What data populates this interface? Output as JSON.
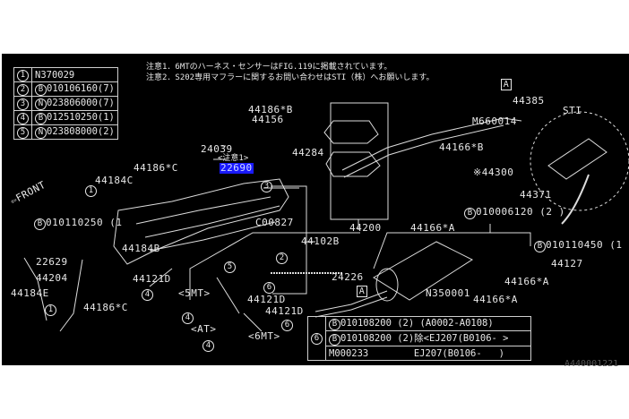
{
  "notes": [
    "注意1．6MTのハーネス・センサーはFIG.119に掲載されています。",
    "注意2．S202専用マフラーに関するお問い合わせはSTI（株）へお願いします。"
  ],
  "parts_table": [
    {
      "num": "1",
      "prefix": "",
      "code": "N370029"
    },
    {
      "num": "2",
      "prefix": "B",
      "code": "010106160(7)"
    },
    {
      "num": "3",
      "prefix": "N",
      "code": "023806000(7)"
    },
    {
      "num": "4",
      "prefix": "B",
      "code": "012510250(1)"
    },
    {
      "num": "5",
      "prefix": "N",
      "code": "023808000(2)"
    }
  ],
  "bottom_table": {
    "num": "6",
    "rows": [
      {
        "prefix": "B",
        "code": "010108200 (2) (A0002-A0108)"
      },
      {
        "prefix": "B",
        "code": "010108200 (2)除<EJ207(B0106-   >"
      },
      {
        "prefix": "",
        "code": "M000233        EJ207(B0106-   )"
      }
    ]
  },
  "labels": {
    "front": "FRONT",
    "p44186B": "44186*B",
    "p44156": "44156",
    "p24039": "24039",
    "note1_ref": "<注意1>",
    "p22690": "22690",
    "p44186C_top": "44186*C",
    "p44284": "44284",
    "p44184C": "44184C",
    "b010110250": "010110250 (1",
    "c00827": "C00827",
    "p44102B": "44102B",
    "p44184B": "44184B",
    "p22629": "22629",
    "p44204": "44204",
    "p44184E": "44184E",
    "p44186C_bot": "44186*C",
    "p44121D_a": "44121D",
    "p44121D_b": "44121D",
    "p44121D_c": "44121D",
    "mt5": "<5MT>",
    "at": "<AT>",
    "mt6": "<6MT>",
    "p24226": "24226",
    "p44200": "44200",
    "p44385": "44385",
    "m660014": "M660014",
    "p44166B": "44166*B",
    "p44300": "※44300",
    "p44371": "44371",
    "b010006120": "010006120 (2 )",
    "p44166A_1": "44166*A",
    "b010110450": "010110450 (1 )",
    "p44127": "44127",
    "p44166A_2": "44166*A",
    "p44166A_3": "44166*A",
    "n350001": "N350001",
    "sti": "STI",
    "box_a": "A",
    "circ1": "1",
    "circ2": "2",
    "circ3": "3",
    "circ4": "4",
    "circ5": "5",
    "circ6": "6",
    "circB": "B"
  },
  "figure_code": "A440001221"
}
